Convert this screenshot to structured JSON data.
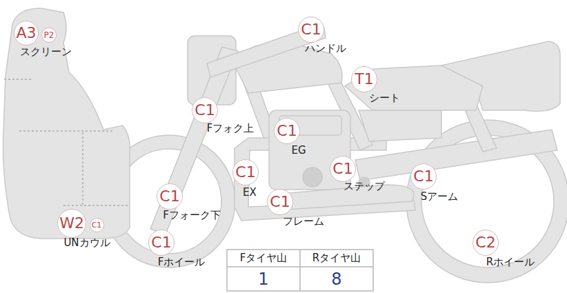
{
  "diagram": {
    "nodes": [
      {
        "text": [
          "A3"
        ]
      },
      {
        "text": [
          "P2"
        ]
      },
      {
        "text": [
          "C1"
        ]
      },
      {
        "text": [
          "T1"
        ]
      },
      {
        "text": [
          "C1"
        ]
      },
      {
        "text": [
          "C1"
        ]
      },
      {
        "text": [
          "C1"
        ]
      },
      {
        "text": [
          "C1"
        ]
      },
      {
        "text": [
          "C1"
        ]
      },
      {
        "text": [
          "C1"
        ]
      },
      {
        "text": [
          "C1"
        ]
      },
      {
        "text": [
          "W2"
        ]
      },
      {
        "text": [
          "C1"
        ]
      },
      {
        "text": [
          "C1"
        ]
      },
      {
        "text": [
          "C2"
        ]
      }
    ],
    "edges": [],
    "labels": [
      "スクリーン",
      "ハンドル",
      "シート",
      "Fフォク上",
      "EG",
      "EX",
      "ステップ",
      "Sアーム",
      "Fフォーク下",
      "フレーム",
      "UNカウル",
      "Fホイール",
      "Rホイール",
      "Fタイヤ山",
      "Rタイヤ山",
      "1",
      "8"
    ]
  }
}
